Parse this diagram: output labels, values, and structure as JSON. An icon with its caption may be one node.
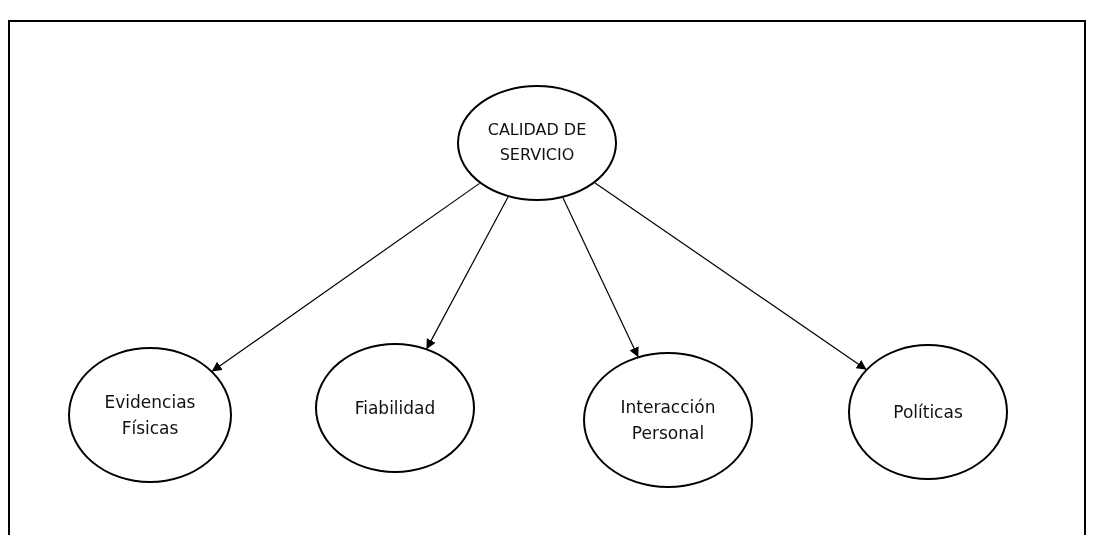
{
  "diagram": {
    "nodes": [
      {
        "text": [
          "CALIDAD DE SERVICIO"
        ]
      },
      {
        "text": [
          "Evidencias Físicas"
        ]
      },
      {
        "text": [
          "Fiabilidad"
        ]
      },
      {
        "text": [
          "Interacción Personal"
        ]
      },
      {
        "text": [
          "Políticas"
        ]
      }
    ],
    "edges": [
      {
        "from": 0,
        "to": 1,
        "arrow": "to"
      },
      {
        "from": 0,
        "to": 2,
        "arrow": "to"
      },
      {
        "from": 0,
        "to": 3,
        "arrow": "to"
      },
      {
        "from": 0,
        "to": 4,
        "arrow": "to"
      }
    ]
  }
}
